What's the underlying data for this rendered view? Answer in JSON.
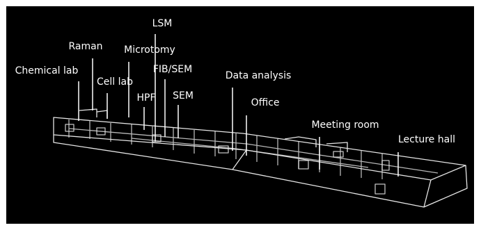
{
  "colors": {
    "background": "#000000",
    "outline": "#ffffff",
    "text": "#ffffff"
  },
  "labels": [
    {
      "id": "chemical-lab",
      "text": "Chemical lab"
    },
    {
      "id": "raman",
      "text": "Raman"
    },
    {
      "id": "cell-lab",
      "text": "Cell lab"
    },
    {
      "id": "microtomy",
      "text": "Microtomy"
    },
    {
      "id": "lsm",
      "text": "LSM"
    },
    {
      "id": "hpf",
      "text": "HPF"
    },
    {
      "id": "fib-sem",
      "text": "FIB/SEM"
    },
    {
      "id": "sem",
      "text": "SEM"
    },
    {
      "id": "data-analysis",
      "text": "Data analysis"
    },
    {
      "id": "office",
      "text": "Office"
    },
    {
      "id": "meeting-room",
      "text": "Meeting room"
    },
    {
      "id": "lecture-hall",
      "text": "Lecture hall"
    }
  ]
}
